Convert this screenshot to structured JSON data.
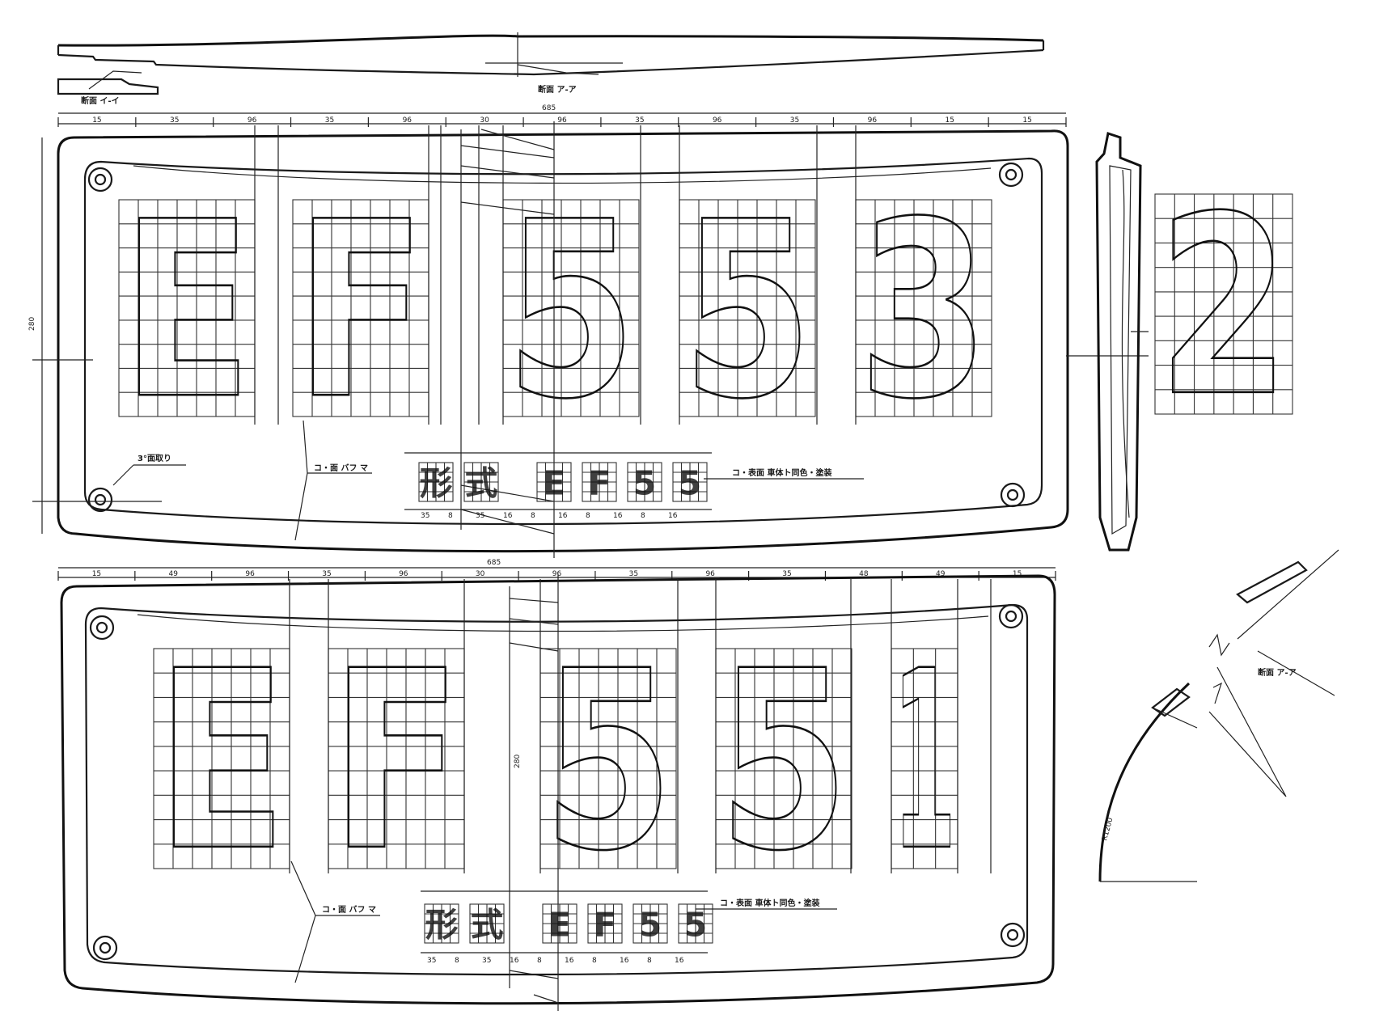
{
  "drawing": {
    "title": "",
    "colors": {
      "ink": "#1a1a1a",
      "paper": "#ffffff"
    }
  },
  "plates": [
    {
      "id": "top",
      "characters": [
        "E",
        "F",
        "5",
        "5",
        "3"
      ],
      "small_characters": [
        "形",
        "式",
        "E",
        "F",
        "5",
        "5"
      ],
      "overall_width_label": "685",
      "height_label": "280",
      "top_dims": [
        "15",
        "35",
        "96",
        "35",
        "96",
        "30",
        "96",
        "35",
        "96",
        "35",
        "96",
        "15",
        "15"
      ],
      "small_dims": [
        "35",
        "8",
        "35",
        "16",
        "8",
        "16",
        "8",
        "16",
        "8",
        "16"
      ],
      "lettering_note": "コ・表面 車体ト同色・塗装",
      "boss_note": "コ・面 バフ マ",
      "corner_note": "3°面取り"
    },
    {
      "id": "bottom",
      "characters": [
        "E",
        "F",
        "5",
        "5",
        "1"
      ],
      "small_characters": [
        "形",
        "式",
        "E",
        "F",
        "5",
        "5"
      ],
      "overall_width_label": "685",
      "height_label": "280",
      "top_dims": [
        "15",
        "49",
        "96",
        "35",
        "96",
        "30",
        "96",
        "35",
        "96",
        "35",
        "48",
        "49",
        "15"
      ],
      "small_dims": [
        "35",
        "8",
        "35",
        "16",
        "8",
        "16",
        "8",
        "16",
        "8",
        "16"
      ],
      "lettering_note": "コ・表面 車体ト同色・塗装",
      "boss_note": "コ・面 バフ マ"
    }
  ],
  "extra_character": "2",
  "section_labels": {
    "profile": "断面 ア-ア",
    "corner": "断面 イ-イ",
    "right": "断面 ア-ア",
    "arc": "R1200"
  }
}
